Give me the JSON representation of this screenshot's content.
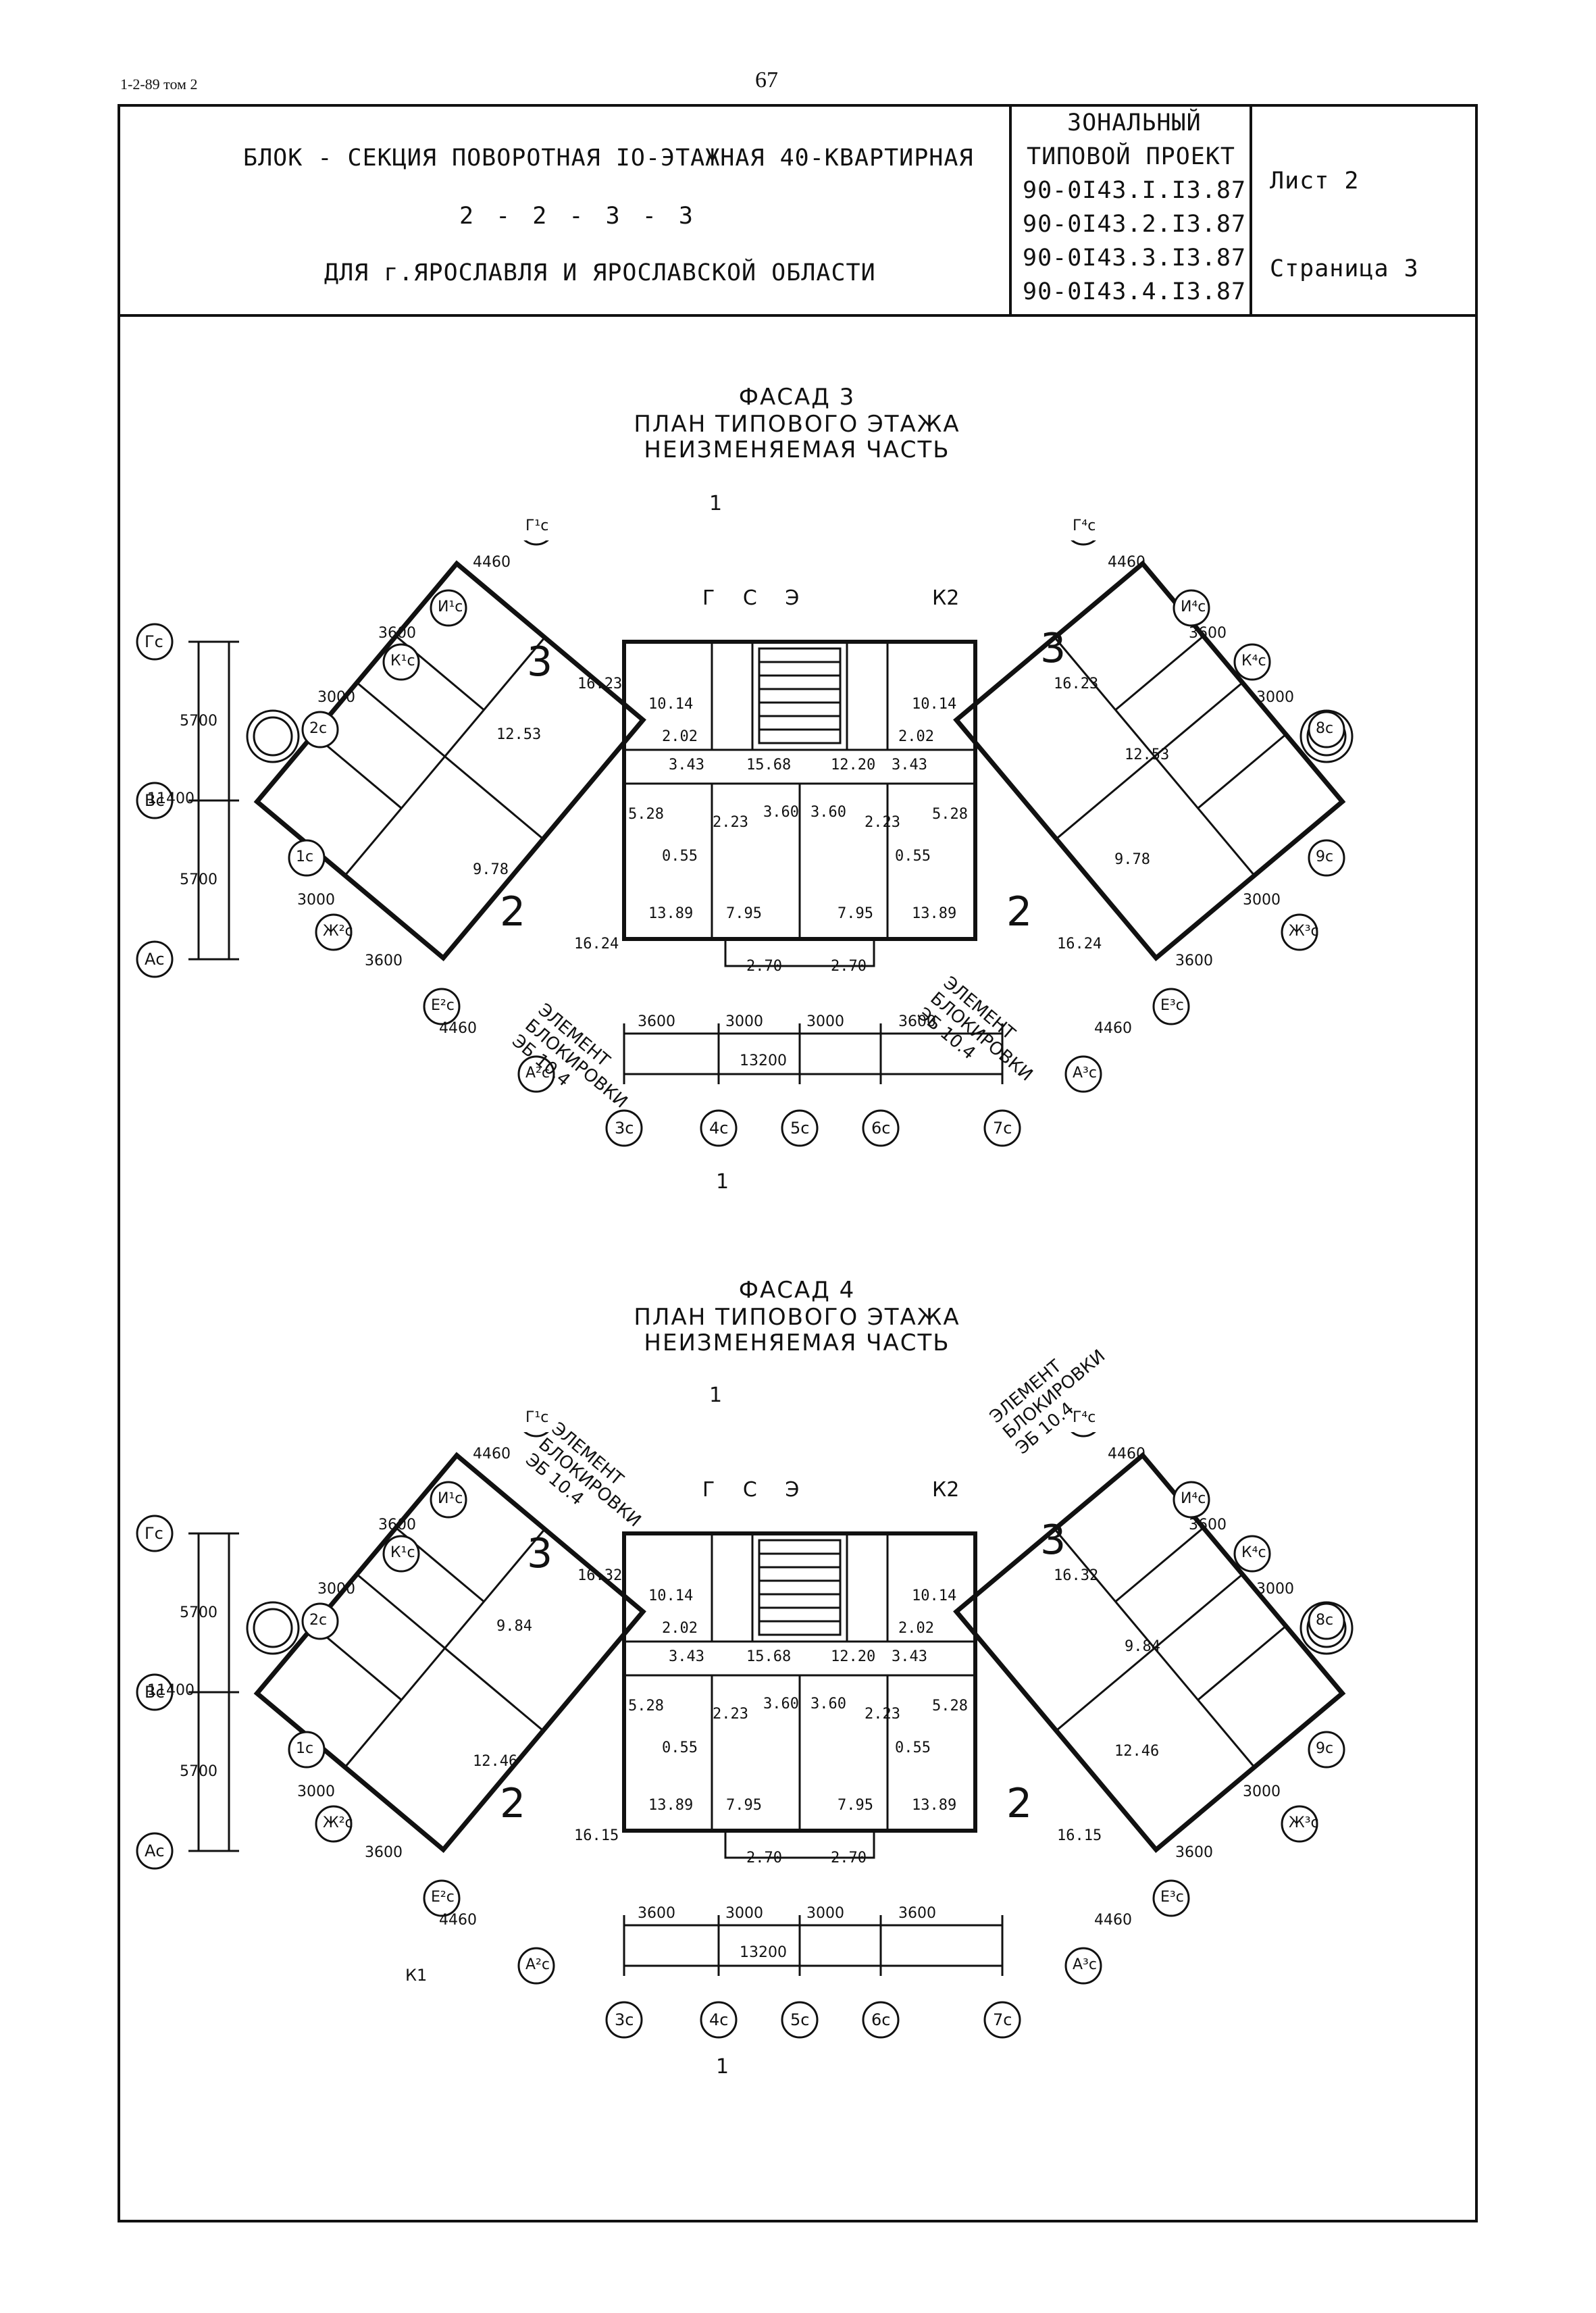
{
  "header": {
    "doc_ref": "1-2-89 том 2",
    "page_number": "67"
  },
  "title_block": {
    "title_line1": "БЛОК - СЕКЦИЯ ПОВОРОТНАЯ IO-ЭТАЖНАЯ 40-КВАРТИРНАЯ",
    "title_line2": "2 - 2 - 3 - 3",
    "title_line3": "ДЛЯ г.ЯРОСЛАВЛЯ И ЯРОСЛАВСКОЙ ОБЛАСТИ",
    "project_type_line1": "ЗОНАЛЬНЫЙ",
    "project_type_line2": "ТИПОВОЙ ПРОЕКТ",
    "project_codes": [
      "90-0I43.I.I3.87",
      "90-0I43.2.I3.87",
      "90-0I43.3.I3.87",
      "90-0I43.4.I3.87"
    ],
    "sheet": "Лист 2",
    "page": "Страница 3"
  },
  "plans": [
    {
      "facade": "ФАСАД 3",
      "subtitle1": "ПЛАН ТИПОВОГО ЭТАЖА",
      "subtitle2": "НЕИЗМЕНЯЕМАЯ ЧАСТЬ",
      "rooms": {
        "l3": "3",
        "l2": "2",
        "r3": "3",
        "r2": "2",
        "a1": "16.23",
        "a2": "12.53",
        "a3": "9.78",
        "a4": "16.24",
        "b1": "16.23",
        "b2": "12.53",
        "b3": "9.78",
        "b4": "16.24",
        "k1": "10.14",
        "k2": "10.14",
        "k3": "13.89",
        "k4": "13.89",
        "c1": "15.68",
        "c2": "12.20",
        "h1": "3.43",
        "h2": "3.43",
        "e1": "7.95",
        "e2": "7.95",
        "s1": "2.02",
        "s2": "2.02",
        "t1": "5.28",
        "t2": "5.28",
        "u1": "0.55",
        "u2": "0.55",
        "w1": "2.70",
        "w2": "2.70",
        "d1": "2.23",
        "d2": "2.23",
        "q1": "3.60",
        "q2": "3.60"
      },
      "element_left": [
        "ЭЛЕМЕНТ",
        "БЛОКИРОВКИ",
        "ЭБ 10.4"
      ],
      "element_right": [
        "ЭЛЕМЕНТ",
        "БЛОКИРОВКИ",
        "ЭБ 10.4"
      ]
    },
    {
      "facade": "ФАСАД 4",
      "subtitle1": "ПЛАН ТИПОВОГО ЭТАЖА",
      "subtitle2": "НЕИЗМЕНЯЕМАЯ ЧАСТЬ",
      "rooms": {
        "l3": "3",
        "l2": "2",
        "r3": "3",
        "r2": "2",
        "a1": "16.32",
        "a2": "9.84",
        "a3": "12.46",
        "a4": "16.15",
        "b1": "16.32",
        "b2": "9.84",
        "b3": "12.46",
        "b4": "16.15",
        "k1": "10.14",
        "k2": "10.14",
        "k3": "13.89",
        "k4": "13.89",
        "c1": "15.68",
        "c2": "12.20",
        "h1": "3.43",
        "h2": "3.43",
        "e1": "7.95",
        "e2": "7.95",
        "s1": "2.02",
        "s2": "2.02",
        "t1": "5.28",
        "t2": "5.28",
        "u1": "0.55",
        "u2": "0.55",
        "w1": "2.70",
        "w2": "2.70",
        "d1": "2.23",
        "d2": "2.23",
        "q1": "3.60",
        "q2": "3.60"
      },
      "element_left": [
        "ЭЛЕМЕНТ",
        "БЛОКИРОВКИ",
        "ЭБ 10.4"
      ],
      "element_right": [
        "ЭЛЕМЕНТ",
        "БЛОКИРОВКИ",
        "ЭБ 10.4"
      ]
    }
  ],
  "dimensions": {
    "bottom": [
      "3600",
      "3000",
      "3000",
      "3600"
    ],
    "bottom_total": "13200",
    "left_vertical": [
      "5700",
      "5700"
    ],
    "left_total": "11400",
    "diag": [
      "4460",
      "3600",
      "3000"
    ]
  },
  "axes": {
    "vertical_left": [
      "Гс",
      "Вс",
      "Ас"
    ],
    "bottom": [
      "3с",
      "4с",
      "5с",
      "6с",
      "7с"
    ],
    "upper_left": [
      "Г¹с",
      "И¹с",
      "К¹с",
      "2с"
    ],
    "lower_left": [
      "1с",
      "Ж²с",
      "Е²с",
      "А²с"
    ],
    "upper_right": [
      "Г⁴с",
      "И⁴с",
      "К⁴с",
      "8с"
    ],
    "lower_right": [
      "9с",
      "Ж³с",
      "Е³с",
      "А³с"
    ]
  },
  "section_marks": {
    "top": "1",
    "bottom": "1",
    "gse": "Г С Э",
    "k2": "К2",
    "k1": "К1"
  }
}
